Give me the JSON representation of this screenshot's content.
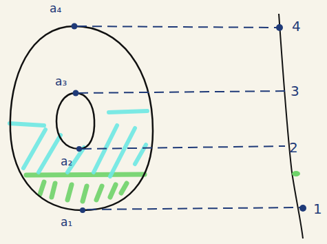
{
  "diagram": {
    "labels": [
      "a₄",
      "a₃",
      "a₂",
      "a₁",
      "4",
      "3",
      "2",
      "1"
    ]
  }
}
